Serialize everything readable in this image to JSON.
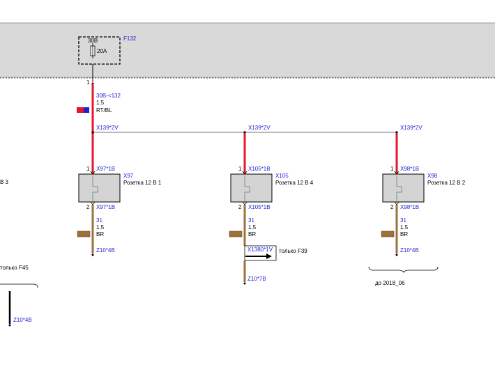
{
  "fuse_box": {
    "id": "F132",
    "terminal": "30B",
    "rating": "20A",
    "pin": "1"
  },
  "feed": {
    "signal": "30B-<132",
    "section": "1.5",
    "color": "RT/BL"
  },
  "outlets": [
    {
      "bus_connector": "X139*2V",
      "top_pin": "1",
      "top_connector": "X97*1B",
      "id": "X97",
      "name": "Розетка 12 В 1",
      "bottom_pin": "2",
      "bottom_connector": "X97*1B",
      "wire_signal": "31",
      "wire_section": "1.5",
      "wire_color": "BR",
      "ground": "Z10*4B"
    },
    {
      "bus_connector": "X139*2V",
      "top_pin": "1",
      "top_connector": "X105*1B",
      "id": "X105",
      "name": "Розетка 12 В 4",
      "bottom_pin": "2",
      "bottom_connector": "X105*1B",
      "wire_signal": "31",
      "wire_section": "1.5",
      "wire_color": "BR",
      "inline_connector": "X1380*1V",
      "inline_note": "только F39",
      "ground": "Z10*7B"
    },
    {
      "bus_connector": "X139*2V",
      "top_pin": "1",
      "top_connector": "X98*1B",
      "id": "X98",
      "name": "Розетка 12 В 2",
      "bottom_pin": "2",
      "bottom_connector": "X98*1B",
      "wire_signal": "31",
      "wire_section": "1.5",
      "wire_color": "BR",
      "ground": "Z10*4B",
      "bracket_note": "до 2018_06"
    }
  ],
  "left_fragments": {
    "outlet_label_tail": "В 3",
    "note_tail": "только F45",
    "ground": "Z10*4B"
  },
  "colors": {
    "red_wire": "#e8142a",
    "brown_wire": "#a0703c",
    "blue_text": "#1f1fcf",
    "band_fill": "#d9d9d9"
  }
}
